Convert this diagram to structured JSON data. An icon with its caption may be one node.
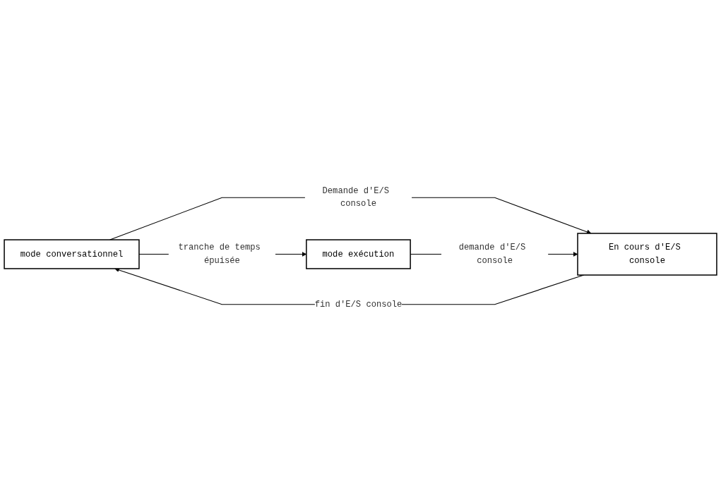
{
  "diagram": {
    "nodes": [
      {
        "text": [
          "mode conversationnel"
        ]
      },
      {
        "text": [
          "mode exécution"
        ]
      },
      {
        "text": [
          "En cours d'E/S console"
        ]
      }
    ],
    "edges": [
      {
        "from": 0,
        "to": 1,
        "arrow": "to",
        "label": "tranche de temps épuisée"
      },
      {
        "from": 0,
        "to": 2,
        "arrow": "to",
        "label": "Demande d'E/S console"
      },
      {
        "from": 1,
        "to": 2,
        "arrow": "to",
        "label": "demande d'E/S console"
      },
      {
        "from": 2,
        "to": 0,
        "arrow": "to",
        "label": "fin d'E/S console"
      }
    ]
  }
}
